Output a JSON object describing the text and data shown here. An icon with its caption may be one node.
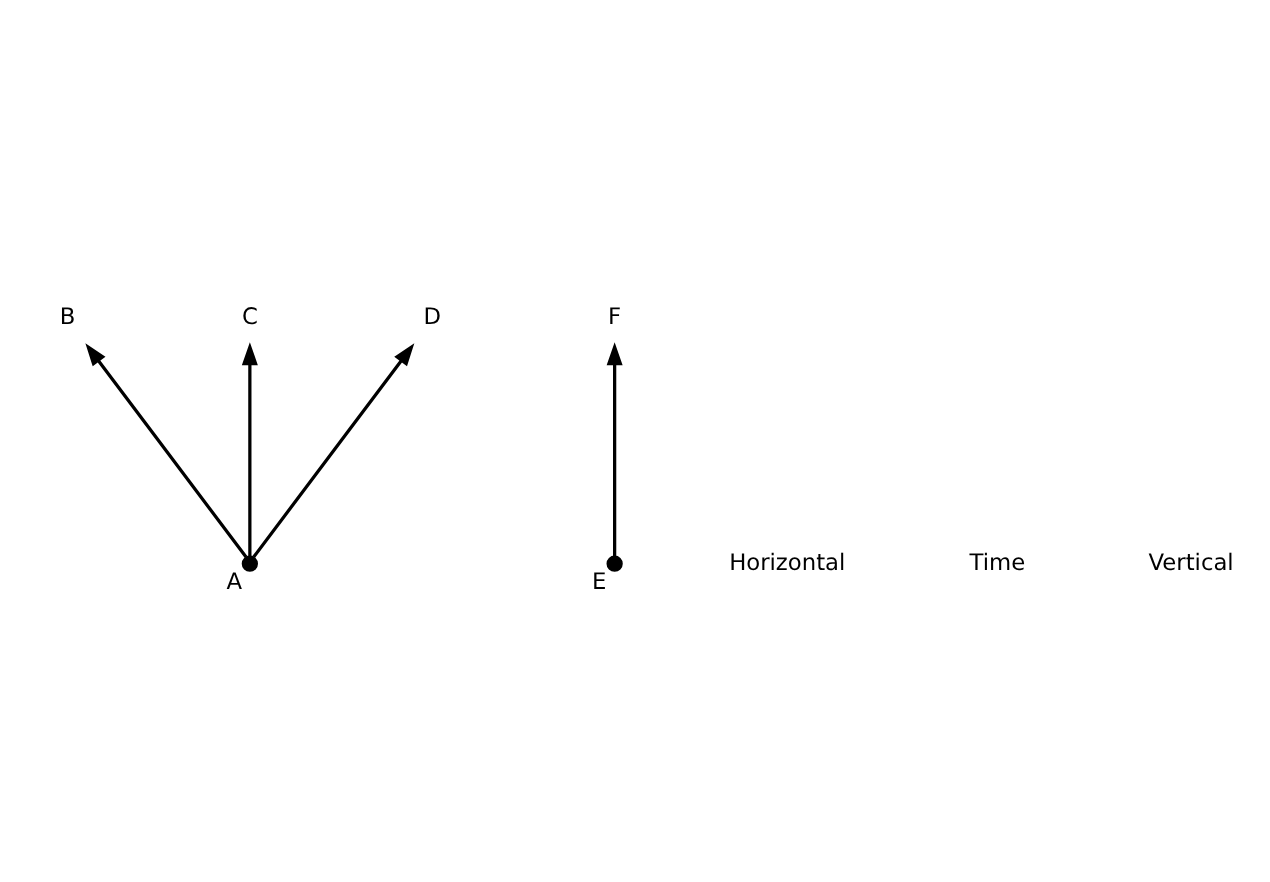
{
  "diagram": {
    "nodes": [
      {
        "text": [
          "B"
        ]
      },
      {
        "text": [
          "C"
        ]
      },
      {
        "text": [
          "D"
        ]
      },
      {
        "text": [
          "F"
        ]
      },
      {
        "text": [],
        "shape": "circle",
        "beside": [
          "A"
        ]
      },
      {
        "text": [],
        "shape": "circle",
        "beside": [
          "E"
        ]
      }
    ],
    "edges": [
      {
        "from": 4,
        "to": 0,
        "arrow": "to"
      },
      {
        "from": 4,
        "to": 1,
        "arrow": "to"
      },
      {
        "from": 4,
        "to": 2,
        "arrow": "to"
      },
      {
        "from": 5,
        "to": 3,
        "arrow": "to"
      }
    ],
    "labels": [
      "Horizontal",
      "Time",
      "Vertical"
    ]
  }
}
